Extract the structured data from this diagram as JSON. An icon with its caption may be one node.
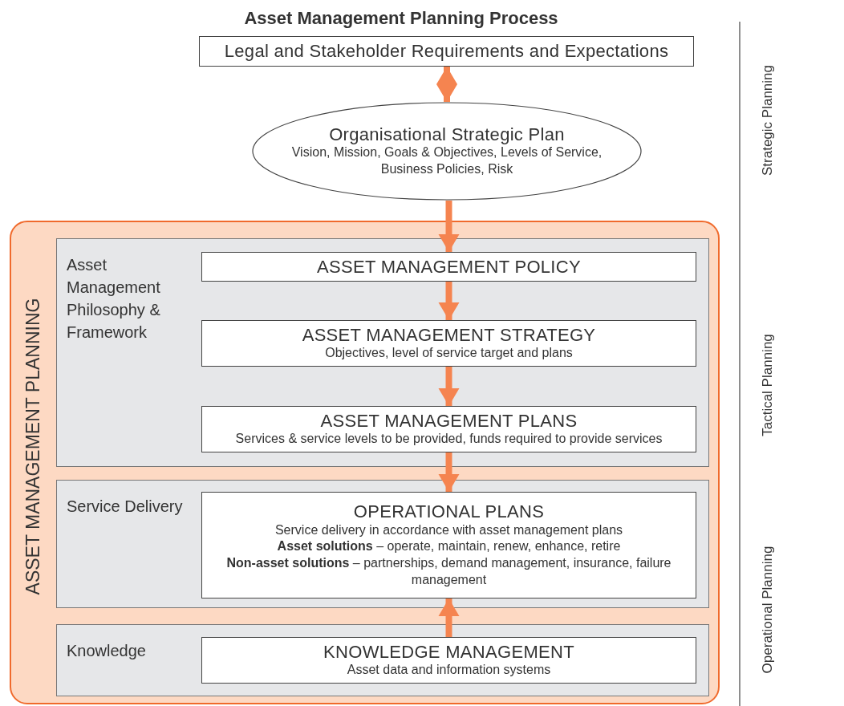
{
  "diagram": {
    "title": "Asset Management Planning Process",
    "nodes": [
      {
        "text": [
          "Legal and Stakeholder Requirements and Expectations"
        ]
      },
      {
        "text": [
          "Organisational Strategic Plan",
          "Vision, Mission, Goals & Objectives, Levels of Service, Business Policies, Risk"
        ]
      },
      {
        "text": [
          "ASSET MANAGEMENT PLANNING"
        ]
      },
      {
        "text": [
          "Asset Management Philosophy & Framework"
        ],
        "in": 2
      },
      {
        "text": [
          "ASSET MANAGEMENT POLICY"
        ],
        "in": 3
      },
      {
        "text": [
          "ASSET MANAGEMENT STRATEGY",
          "Objectives, level of service target and plans"
        ],
        "in": 3
      },
      {
        "text": [
          "ASSET MANAGEMENT PLANS",
          "Services & service levels to be provided, funds required to provide services"
        ],
        "in": 3
      },
      {
        "text": [
          "Service Delivery"
        ],
        "in": 2
      },
      {
        "text": [
          "OPERATIONAL PLANS",
          "Service delivery in accordance with asset management plans",
          "**Asset solutions** – operate, maintain, renew, enhance, retire",
          "**Non-asset solutions** – partnerships, demand management, insurance, failure management"
        ],
        "in": 7
      },
      {
        "text": [
          "Knowledge"
        ],
        "in": 2
      },
      {
        "text": [
          "KNOWLEDGE MANAGEMENT",
          "Asset data and information systems"
        ],
        "in": 9
      }
    ],
    "edges": [
      {
        "from": 0,
        "to": 1,
        "arrow": "both"
      },
      {
        "from": 1,
        "to": 4,
        "arrow": "to"
      },
      {
        "from": 4,
        "to": 5,
        "arrow": "to"
      },
      {
        "from": 5,
        "to": 6,
        "arrow": "to"
      },
      {
        "from": 6,
        "to": 8,
        "arrow": "to"
      },
      {
        "from": 10,
        "to": 8,
        "arrow": "to"
      }
    ],
    "labels": [
      "Strategic Planning",
      "Tactical Planning",
      "Operational Planning"
    ]
  }
}
